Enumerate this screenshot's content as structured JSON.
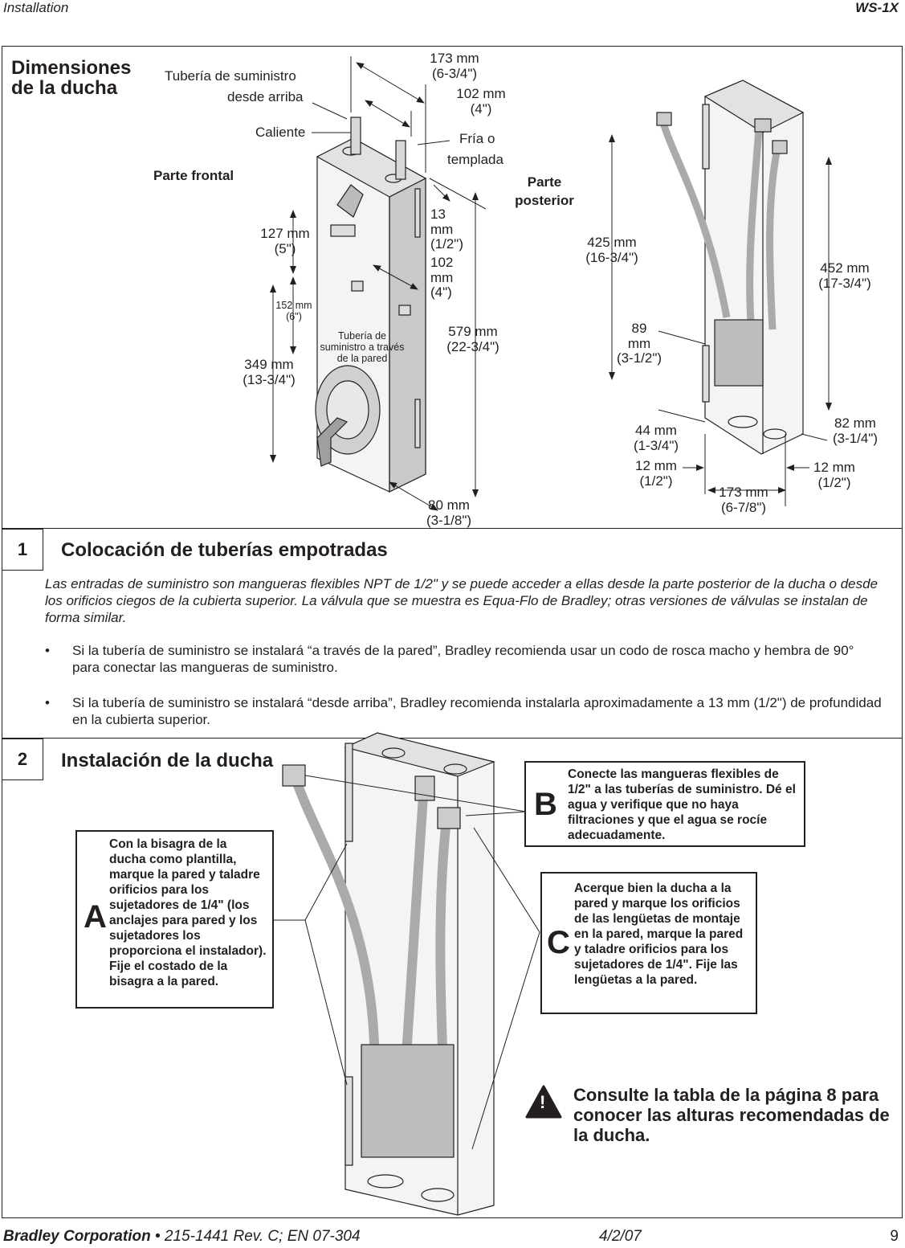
{
  "header": {
    "left": "Installation",
    "right": "WS-1X"
  },
  "dims": {
    "title_l1": "Dimensiones",
    "title_l2": "de la ducha",
    "supply_top_l1": "Tubería de suministro",
    "supply_top_l2": "desde arriba",
    "hot": "Caliente",
    "cold_l1": "Fría o",
    "cold_l2": "templada",
    "front": "Parte frontal",
    "rear_l1": "Parte",
    "rear_l2": "posterior",
    "d173_l1": "173 mm",
    "d173_l2": "(6-3/4\")",
    "d102a_l1": "102 mm",
    "d102a_l2": "(4\")",
    "d13_l1": "13",
    "d13_l2": "mm",
    "d13_l3": "(1/2\")",
    "d102b_l1": "102",
    "d102b_l2": "mm",
    "d102b_l3": "(4\")",
    "d127_l1": "127 mm",
    "d127_l2": "(5\")",
    "d152_l1": "152 mm",
    "d152_l2": "(6\")",
    "wall_l1": "Tubería de",
    "wall_l2": "suministro a través",
    "wall_l3": "de la pared",
    "d349_l1": "349 mm",
    "d349_l2": "(13-3/4\")",
    "d579_l1": "579 mm",
    "d579_l2": "(22-3/4\")",
    "d80_l1": "80 mm",
    "d80_l2": "(3-1/8\")",
    "d425_l1": "425 mm",
    "d425_l2": "(16-3/4\")",
    "d452_l1": "452 mm",
    "d452_l2": "(17-3/4\")",
    "d89_l1": "89",
    "d89_l2": "mm",
    "d89_l3": "(3-1/2\")",
    "d44_l1": "44 mm",
    "d44_l2": "(1-3/4\")",
    "d82_l1": "82 mm",
    "d82_l2": "(3-1/4\")",
    "d12a_l1": "12 mm",
    "d12a_l2": "(1/2\")",
    "d12b_l1": "12 mm",
    "d12b_l2": "(1/2\")",
    "d173b_l1": "173 mm",
    "d173b_l2": "(6-7/8\")"
  },
  "step1": {
    "num": "1",
    "title": "Colocación de tuberías empotradas",
    "intro": "Las entradas de suministro son mangueras flexibles NPT de 1/2\" y se puede acceder a ellas desde la parte posterior de la ducha o desde los orificios ciegos de la cubierta superior. La válvula que se muestra es Equa-Flo de Bradley; otras versiones de válvulas se instalan de forma similar.",
    "bullet_char": "•",
    "bullet1": "Si la tubería de suministro se instalará “a través de la pared”, Bradley recomienda usar un codo de rosca macho y hembra de 90° para conectar las mangueras de suministro.",
    "bullet2": "Si la tubería de suministro se instalará “desde arriba”, Bradley recomienda instalarla aproximadamente a 13 mm (1/2\") de profundidad en la cubierta superior."
  },
  "step2": {
    "num": "2",
    "title": "Instalación de la ducha",
    "a_letter": "A",
    "a_text": "Con la bisagra de la ducha como plantilla, marque la pared y taladre orificios para los sujetadores de 1/4\" (los anclajes para pared y los sujetadores los proporciona el instalador). Fije el costado de la bisagra a la pared.",
    "b_letter": "B",
    "b_text": "Conecte las mangueras flexibles de 1/2\" a las tuberías de suministro. Dé el agua y verifique que no haya filtraciones y que el agua se rocíe adecuadamente.",
    "c_letter": "C",
    "c_text": "Acerque bien la ducha a la pared y marque los orificios de las lengüetas de montaje en la pared, marque la pared y taladre orificios para los sujetadores de 1/4\". Fije las lengüetas a la pared.",
    "note": "Consulte la tabla de la página 8 para conocer las alturas recomendadas de la ducha.",
    "warning_mark": "!"
  },
  "footer": {
    "company": "Bradley Corporation",
    "doc": " • 215-1441 Rev. C; EN  07-304",
    "date": "4/2/07",
    "page": "9"
  }
}
